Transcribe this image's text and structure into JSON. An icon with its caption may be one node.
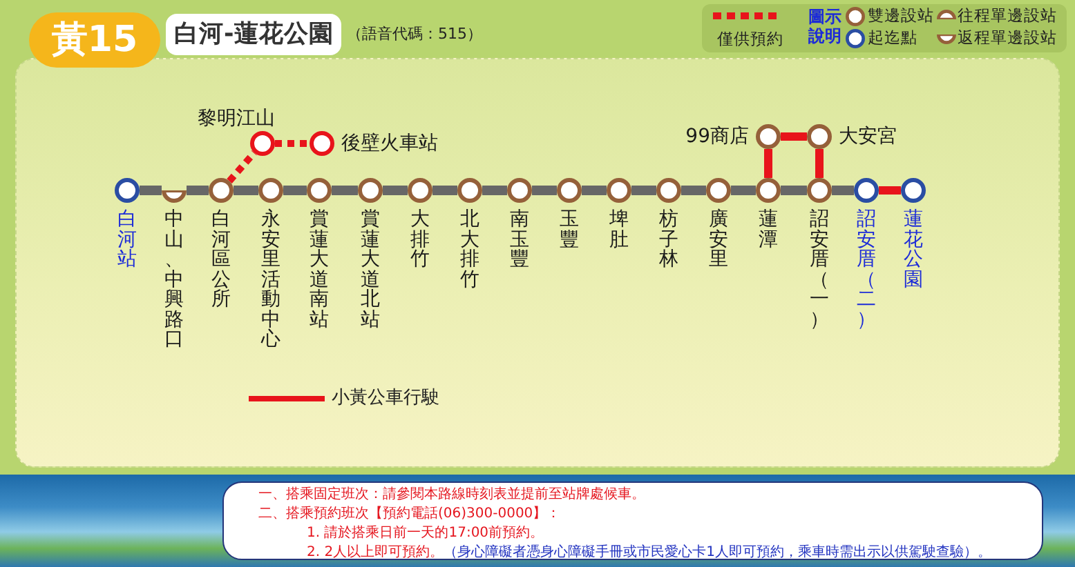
{
  "diagram": {
    "title": "白河-蓮花公園",
    "nodes": [
      {
        "text": [
          "白河站"
        ]
      },
      {
        "text": [
          "中山、中興路口"
        ]
      },
      {
        "text": [
          "白河區公所"
        ]
      },
      {
        "text": [
          "黎明江山"
        ]
      },
      {
        "text": [
          "後壁火車站"
        ]
      },
      {
        "text": [
          "永安里活動中心"
        ]
      },
      {
        "text": [
          "賞蓮大道南站"
        ]
      },
      {
        "text": [
          "賞蓮大道北站"
        ]
      },
      {
        "text": [
          "大排竹"
        ]
      },
      {
        "text": [
          "北大排竹"
        ]
      },
      {
        "text": [
          "南玉豐"
        ]
      },
      {
        "text": [
          "玉豐"
        ]
      },
      {
        "text": [
          "埤肚"
        ]
      },
      {
        "text": [
          "枋子林"
        ]
      },
      {
        "text": [
          "廣安里"
        ]
      },
      {
        "text": [
          "蓮潭"
        ]
      },
      {
        "text": [
          "99商店"
        ]
      },
      {
        "text": [
          "大安宮"
        ]
      },
      {
        "text": [
          "詔安厝（一）"
        ]
      },
      {
        "text": [
          "詔安厝（二）"
        ]
      },
      {
        "text": [
          "蓮花公園"
        ]
      }
    ],
    "edges": [
      {
        "from": 0,
        "to": 1,
        "arrow": "none"
      },
      {
        "from": 1,
        "to": 2,
        "arrow": "none"
      },
      {
        "from": 2,
        "to": 3,
        "arrow": "none",
        "style": "dashed",
        "color": "#e8141b"
      },
      {
        "from": 3,
        "to": 4,
        "arrow": "none",
        "style": "dashed",
        "color": "#e8141b"
      },
      {
        "from": 2,
        "to": 5,
        "arrow": "none"
      },
      {
        "from": 5,
        "to": 6,
        "arrow": "none"
      },
      {
        "from": 6,
        "to": 7,
        "arrow": "none"
      },
      {
        "from": 7,
        "to": 8,
        "arrow": "none"
      },
      {
        "from": 8,
        "to": 9,
        "arrow": "none"
      },
      {
        "from": 9,
        "to": 10,
        "arrow": "none"
      },
      {
        "from": 10,
        "to": 11,
        "arrow": "none"
      },
      {
        "from": 11,
        "to": 12,
        "arrow": "none"
      },
      {
        "from": 12,
        "to": 13,
        "arrow": "none"
      },
      {
        "from": 13,
        "to": 14,
        "arrow": "none"
      },
      {
        "from": 14,
        "to": 15,
        "arrow": "none"
      },
      {
        "from": 15,
        "to": 16,
        "arrow": "none",
        "color": "#e8141b"
      },
      {
        "from": 16,
        "to": 17,
        "arrow": "none",
        "color": "#e8141b"
      },
      {
        "from": 17,
        "to": 18,
        "arrow": "none",
        "color": "#e8141b"
      },
      {
        "from": 15,
        "to": 18,
        "arrow": "none"
      },
      {
        "from": 18,
        "to": 19,
        "arrow": "none"
      },
      {
        "from": 19,
        "to": 20,
        "arrow": "none",
        "color": "#e8141b"
      }
    ],
    "labels": [
      "黃15",
      "（語音代碼：515）",
      "圖示說明",
      "一、搭乘固定班次：請參閱本路線時刻表並提前至站牌處候車。",
      "二、搭乘預約班次【預約電話(06)300-0000】：",
      "1. 請於搭乘日前一天的17:00前預約。",
      "2. 2人以上即可預約。",
      "（身心障礙者憑身心障礙手冊或市民愛心卡1人即可預約，乘車時需出示以供駕駛查驗）。"
    ],
    "legend": [
      {
        "text": "僅供預約"
      },
      {
        "text": "雙邊設站"
      },
      {
        "text": "往程單邊設站"
      },
      {
        "text": "起迄點"
      },
      {
        "text": "返程單邊設站"
      },
      {
        "text": "小黃公車行駛"
      }
    ]
  }
}
